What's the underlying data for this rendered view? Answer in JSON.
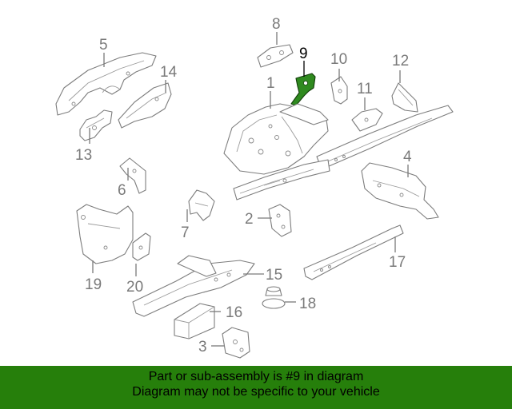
{
  "callouts": [
    {
      "id": "1",
      "label": "1"
    },
    {
      "id": "2",
      "label": "2"
    },
    {
      "id": "3",
      "label": "3"
    },
    {
      "id": "4",
      "label": "4"
    },
    {
      "id": "5",
      "label": "5"
    },
    {
      "id": "6",
      "label": "6"
    },
    {
      "id": "7",
      "label": "7"
    },
    {
      "id": "8",
      "label": "8"
    },
    {
      "id": "9",
      "label": "9",
      "highlighted": true
    },
    {
      "id": "10",
      "label": "10"
    },
    {
      "id": "11",
      "label": "11"
    },
    {
      "id": "12",
      "label": "12"
    },
    {
      "id": "13",
      "label": "13"
    },
    {
      "id": "14",
      "label": "14"
    },
    {
      "id": "15",
      "label": "15"
    },
    {
      "id": "16",
      "label": "16"
    },
    {
      "id": "17",
      "label": "17"
    },
    {
      "id": "18",
      "label": "18"
    },
    {
      "id": "19",
      "label": "19"
    },
    {
      "id": "20",
      "label": "20"
    }
  ],
  "banner": {
    "line1": "Part or sub-assembly is #9 in diagram",
    "line2": "Diagram may not be specific to your vehicle"
  },
  "colors": {
    "highlight_part": "#2f8a1f",
    "banner_background": "#267f0b",
    "line_art": "#7d7d7d"
  }
}
